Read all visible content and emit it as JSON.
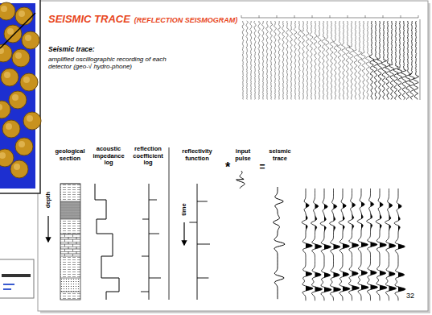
{
  "diagram": {
    "title": "SEISMIC TRACE",
    "labels": [
      "(REFLECTION SEISMOGRAM)",
      "Seismic trace:",
      "amplified oscillographic recording of each detector (geo-√ hydro-phone)",
      "geological section",
      "acoustic impedance log",
      "reflection coefficient log",
      "depth",
      "reflectivity function",
      "time",
      "*",
      "input pulse",
      "=",
      "seismic trace",
      "32"
    ]
  }
}
